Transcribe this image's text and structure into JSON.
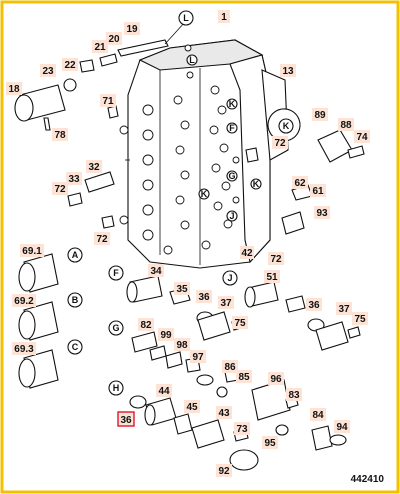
{
  "diagram": {
    "reference_number": "442410",
    "highlighted_part": "36",
    "part_labels": [
      "1",
      "13",
      "18",
      "19",
      "20",
      "21",
      "22",
      "23",
      "32",
      "33",
      "34",
      "35",
      "36",
      "36",
      "36",
      "37",
      "37",
      "42",
      "43",
      "44",
      "45",
      "51",
      "61",
      "62",
      "69.1",
      "69.2",
      "69.3",
      "71",
      "72",
      "72",
      "72",
      "72",
      "73",
      "74",
      "75",
      "75",
      "78",
      "82",
      "83",
      "84",
      "85",
      "86",
      "88",
      "89",
      "92",
      "93",
      "94",
      "95",
      "96",
      "97",
      "98",
      "99"
    ],
    "callouts": [
      "L",
      "K",
      "F",
      "J",
      "G",
      "H",
      "A",
      "B",
      "C",
      "F",
      "J",
      "K",
      "L",
      "K",
      "G",
      "K"
    ]
  }
}
